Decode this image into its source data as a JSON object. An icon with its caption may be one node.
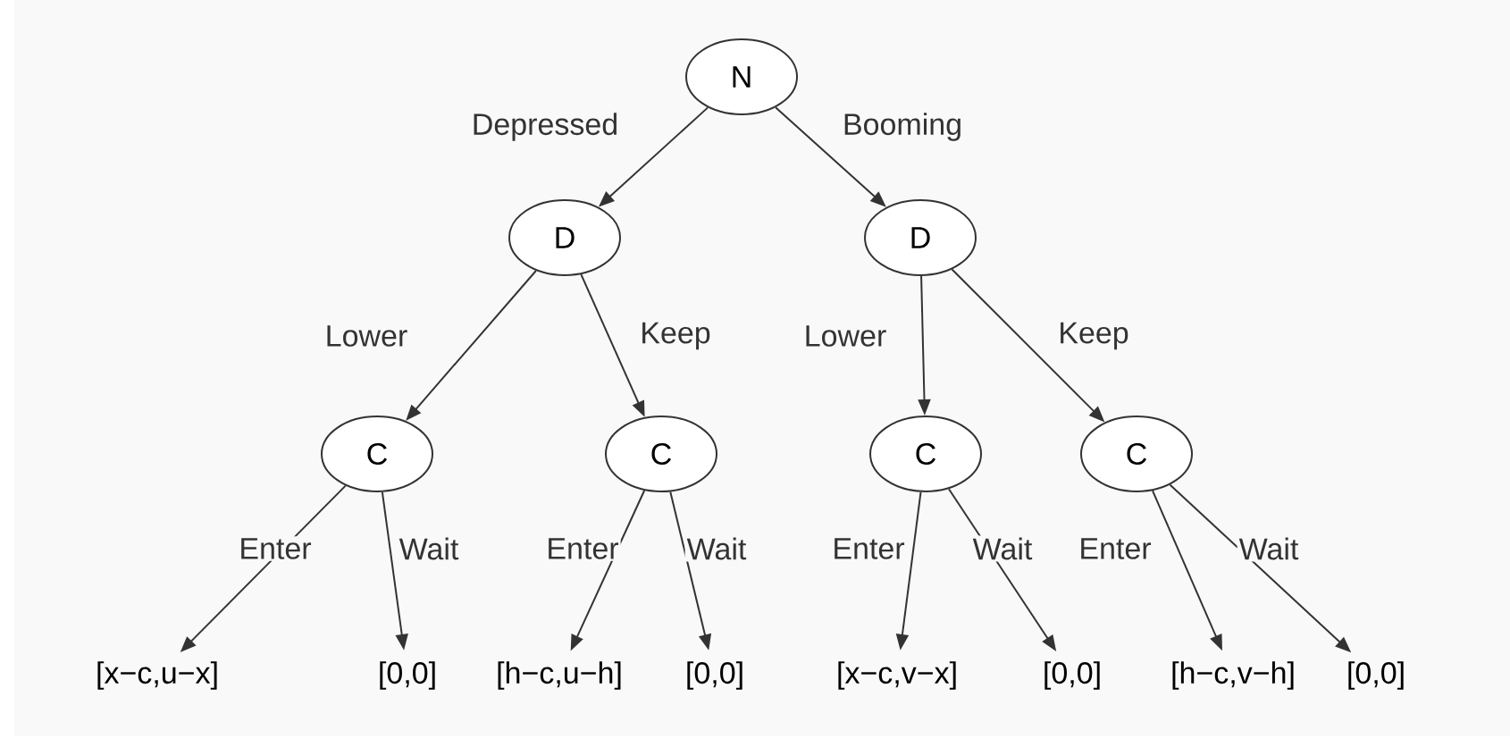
{
  "diagram": {
    "nodes": [
      {
        "text": [
          "N"
        ]
      },
      {
        "text": [
          "D"
        ]
      },
      {
        "text": [
          "D"
        ]
      },
      {
        "text": [
          "C"
        ]
      },
      {
        "text": [
          "C"
        ]
      },
      {
        "text": [
          "C"
        ]
      },
      {
        "text": [
          "C"
        ]
      },
      {
        "text": [
          "[x−c,u−x]"
        ]
      },
      {
        "text": [
          "[0,0]"
        ]
      },
      {
        "text": [
          "[h−c,u−h]"
        ]
      },
      {
        "text": [
          "[0,0]"
        ]
      },
      {
        "text": [
          "[x−c,v−x]"
        ]
      },
      {
        "text": [
          "[0,0]"
        ]
      },
      {
        "text": [
          "[h−c,v−h]"
        ]
      },
      {
        "text": [
          "[0,0]"
        ]
      }
    ],
    "edges": [
      {
        "from": 0,
        "to": 1,
        "arrow": "to",
        "label": "Depressed"
      },
      {
        "from": 0,
        "to": 2,
        "arrow": "to",
        "label": "Booming"
      },
      {
        "from": 1,
        "to": 3,
        "arrow": "to",
        "label": "Lower"
      },
      {
        "from": 1,
        "to": 4,
        "arrow": "to",
        "label": "Keep"
      },
      {
        "from": 2,
        "to": 5,
        "arrow": "to",
        "label": "Lower"
      },
      {
        "from": 2,
        "to": 6,
        "arrow": "to",
        "label": "Keep"
      },
      {
        "from": 3,
        "to": 7,
        "arrow": "to",
        "label": "Enter"
      },
      {
        "from": 3,
        "to": 8,
        "arrow": "to",
        "label": "Wait"
      },
      {
        "from": 4,
        "to": 9,
        "arrow": "to",
        "label": "Enter"
      },
      {
        "from": 4,
        "to": 10,
        "arrow": "to",
        "label": "Wait"
      },
      {
        "from": 5,
        "to": 11,
        "arrow": "to",
        "label": "Enter"
      },
      {
        "from": 5,
        "to": 12,
        "arrow": "to",
        "label": "Wait"
      },
      {
        "from": 6,
        "to": 13,
        "arrow": "to",
        "label": "Enter"
      },
      {
        "from": 6,
        "to": 14,
        "arrow": "to",
        "label": "Wait"
      }
    ]
  }
}
